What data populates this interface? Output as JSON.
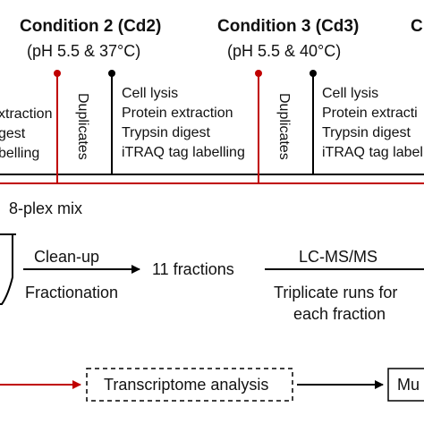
{
  "conditions": [
    {
      "title": "Condition 2 (Cd2)",
      "subtitle": "(pH 5.5 & 37°C)"
    },
    {
      "title": "Condition 3 (Cd3)",
      "subtitle": "(pH 5.5 & 40°C)"
    },
    {
      "title": "C"
    }
  ],
  "duplicates_label": "Duplicates",
  "left_steps_partial": [
    "xtraction",
    "gest",
    "belling"
  ],
  "steps_cd2": [
    "Cell lysis",
    "Protein extraction",
    "Trypsin digest",
    "iTRAQ tag labelling"
  ],
  "steps_cd3": [
    "Cell lysis",
    "Protein extracti",
    "Trypsin digest",
    "iTRAQ tag labell"
  ],
  "mix_label": "8-plex mix",
  "cleanup_label": "Clean-up",
  "fractionation_label": "Fractionation",
  "fractions_label": "11 fractions",
  "lcms_label": "LC-MS/MS",
  "triplicate_label_1": "Triplicate runs for",
  "triplicate_label_2": "each fraction",
  "transcriptome_label": "Transcriptome analysis",
  "mu_label": "Mu",
  "colors": {
    "red": "#c00000",
    "black": "#000000"
  }
}
